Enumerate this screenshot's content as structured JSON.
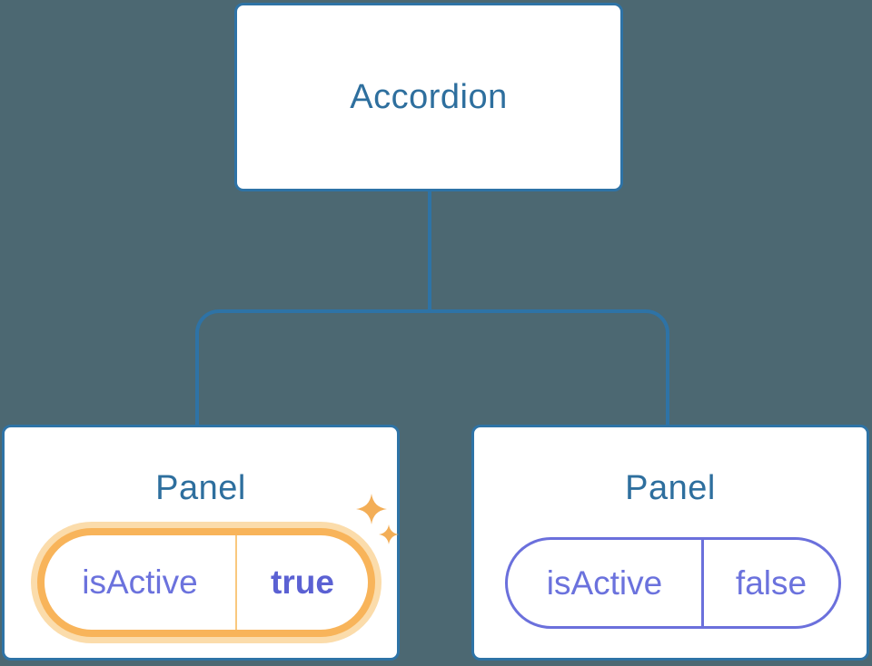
{
  "diagram": {
    "root": {
      "title": "Accordion"
    },
    "panels": [
      {
        "title": "Panel",
        "state_name": "isActive",
        "state_value": "true",
        "active": true
      },
      {
        "title": "Panel",
        "state_name": "isActive",
        "state_value": "false",
        "active": false
      }
    ]
  },
  "icons": {
    "sparkles": "sparkles-icon"
  },
  "colors": {
    "background": "#4c6872",
    "node_border": "#2e73a6",
    "node_text": "#2e6f9e",
    "state_purple": "#6b72dd",
    "state_pill_border_inactive": "#6b70dc",
    "state_value_active": "#5b61d3",
    "highlight_orange": "#f8b45a",
    "highlight_halo": "#fbdcab",
    "highlight_divider": "#f9c87e",
    "sparkle": "#f3ae57"
  }
}
